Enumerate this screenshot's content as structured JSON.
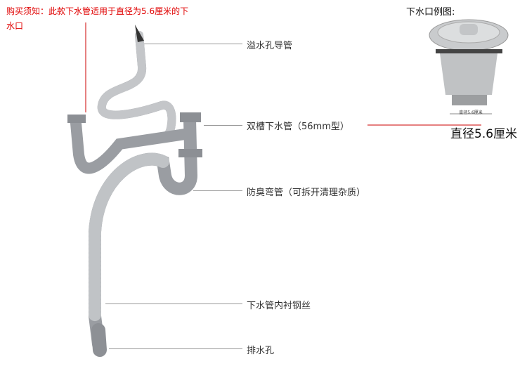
{
  "notice": {
    "text": "购买须知：此款下水管适用于直径为5.6厘米的下水口"
  },
  "labels": {
    "overflow_tube": "溢水孔导管",
    "double_sink_pipe": "双槽下水管（56mm型）",
    "odor_trap": "防臭弯管（可拆开清理杂质）",
    "steel_lining": "下水管内衬钢丝",
    "outlet": "排水孔"
  },
  "example": {
    "title": "下水口例图:",
    "small_caption": "直径5.6厘米",
    "diameter": "直径5.6厘米"
  },
  "colors": {
    "notice": "#e00000",
    "pipe": "#9a9da2",
    "leader": "#999999"
  }
}
